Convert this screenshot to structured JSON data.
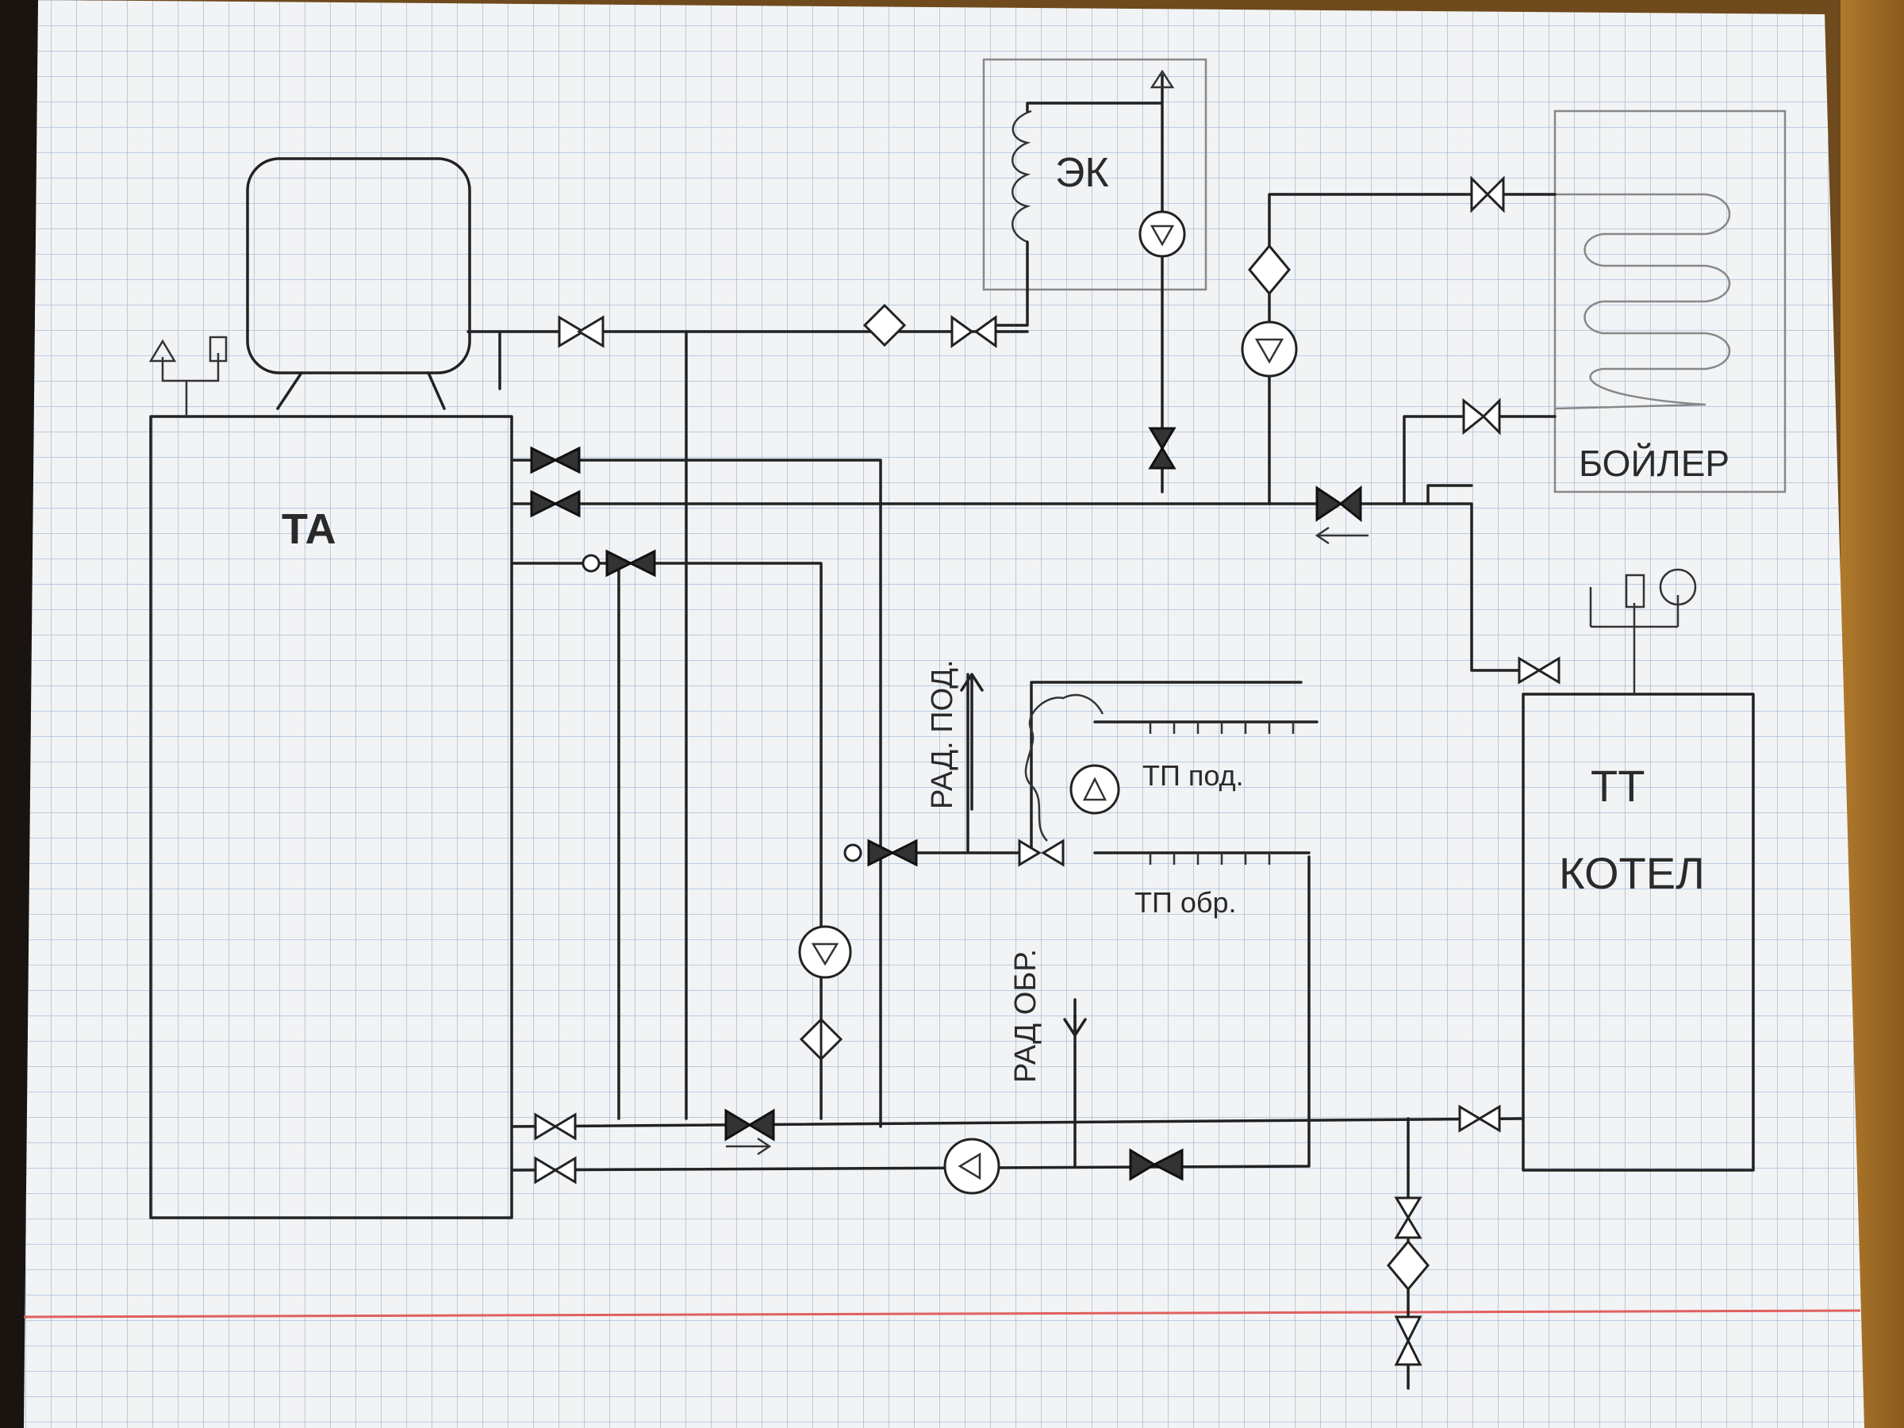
{
  "labels": {
    "accumulator": "ТА",
    "electric_boiler": "ЭК",
    "water_heater": "БОЙЛЕР",
    "solid_fuel_boiler_line1": "ТТ",
    "solid_fuel_boiler_line2": "КОТЕЛ",
    "rad_supply": "РАД. ПОД.",
    "rad_return": "РАД ОБР.",
    "floor_supply": "ТП под.",
    "floor_return": "ТП обр."
  },
  "colors": {
    "paper": "#f2f3f4",
    "grid": "#a9c0dc",
    "margin_line": "#e06060",
    "ink": "#222222",
    "pencil": "#888888"
  }
}
